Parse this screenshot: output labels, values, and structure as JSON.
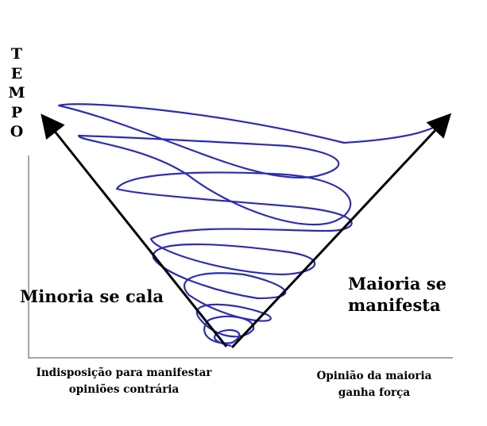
{
  "y_axis": {
    "letters": [
      "T",
      "E",
      "M",
      "P",
      "O"
    ]
  },
  "left_label": "Minoria se cala",
  "right_label": {
    "line1": "Maioria se",
    "line2": "manifesta"
  },
  "bottom_left": {
    "line1": "Indisposição para manifestar",
    "line2": "opiniões contrária"
  },
  "bottom_right": {
    "line1": "Opinião da maioria",
    "line2": "ganha força"
  },
  "colors": {
    "spiral": "#2c2cb4",
    "arrows": "#000000",
    "axes": "#888888"
  }
}
